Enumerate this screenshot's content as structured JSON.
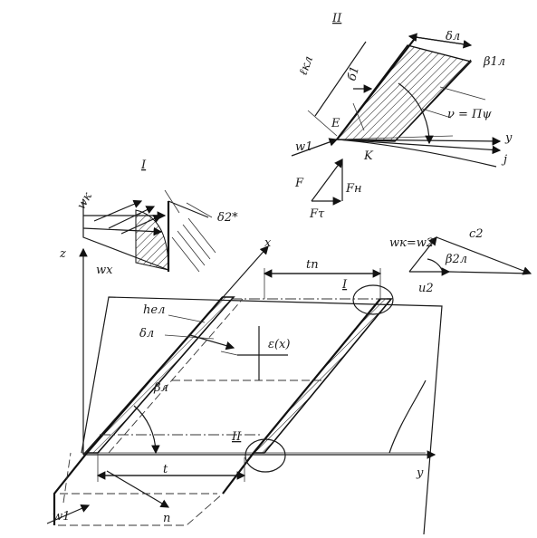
{
  "labels": {
    "view_II": "II",
    "view_I": "I",
    "delta_l": "δл",
    "l_kl": "ℓкл",
    "b_1": "б1",
    "beta_1l": "β1л",
    "nu_eq": "ν = Пψ",
    "E": "E",
    "K": "K",
    "w1_top": "w1",
    "y_top": "y",
    "j_top": "j",
    "F": "F",
    "F_n": "Fн",
    "F_t": "Fτ",
    "w_k": "wк",
    "w_x": "wx",
    "delta_2_star": "δ2*",
    "z_axis": "z",
    "x_axis": "x",
    "y_axis": "y",
    "t_n": "tп",
    "h_el": "hел",
    "delta_l_main": "δл",
    "eps_x": "ε(x)",
    "beta_l": "βл",
    "t": "t",
    "n": "n",
    "w1_bottom": "w1",
    "wk_eq_w2": "wк=w2",
    "c_2": "c2",
    "beta_2l": "β2л",
    "u_2": "u2",
    "circle_I": "I",
    "circle_II": "II"
  }
}
